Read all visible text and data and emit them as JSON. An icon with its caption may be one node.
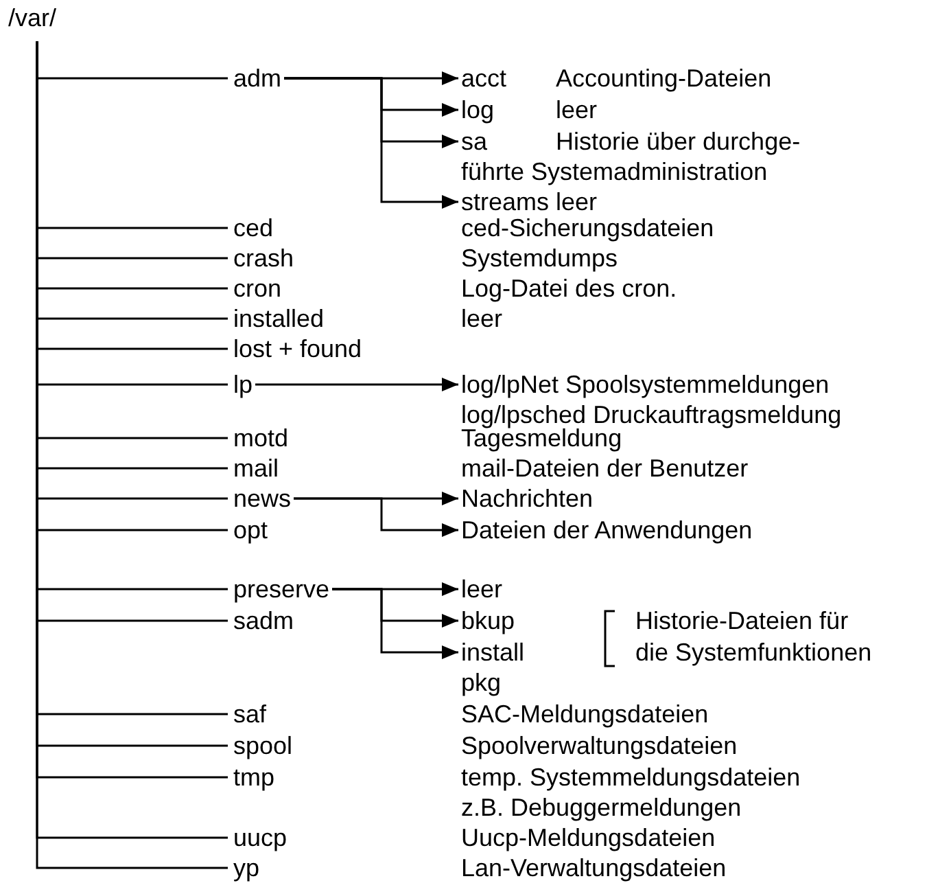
{
  "diagram": {
    "nodes": [
      {
        "text": [
          "/var/"
        ]
      },
      {
        "text": [
          "adm"
        ]
      },
      {
        "text": [
          "ced"
        ],
        "beside": [
          "ced-Sicherungsdateien"
        ]
      },
      {
        "text": [
          "crash"
        ],
        "beside": [
          "Systemdumps"
        ]
      },
      {
        "text": [
          "cron"
        ],
        "beside": [
          "Log-Datei des cron."
        ]
      },
      {
        "text": [
          "installed"
        ],
        "beside": [
          "leer"
        ]
      },
      {
        "text": [
          "lost + found"
        ]
      },
      {
        "text": [
          "lp"
        ]
      },
      {
        "text": [
          "motd"
        ],
        "beside": [
          "Tagesmeldung"
        ]
      },
      {
        "text": [
          "mail"
        ],
        "beside": [
          "mail-Dateien der Benutzer"
        ]
      },
      {
        "text": [
          "news"
        ]
      },
      {
        "text": [
          "opt"
        ]
      },
      {
        "text": [
          "preserve"
        ]
      },
      {
        "text": [
          "sadm"
        ]
      },
      {
        "text": [
          "saf"
        ],
        "beside": [
          "SAC-Meldungsdateien"
        ]
      },
      {
        "text": [
          "spool"
        ],
        "beside": [
          "Spoolverwaltungsdateien"
        ]
      },
      {
        "text": [
          "tmp"
        ],
        "beside": [
          "temp. Systemmeldungsdateien",
          "z.B. Debuggermeldungen"
        ]
      },
      {
        "text": [
          "uucp"
        ],
        "beside": [
          "Uucp-Meldungsdateien"
        ]
      },
      {
        "text": [
          "yp"
        ],
        "beside": [
          "Lan-Verwaltungsdateien"
        ]
      },
      {
        "text": [
          "acct",
          "Accounting-Dateien"
        ]
      },
      {
        "text": [
          "log",
          "leer"
        ]
      },
      {
        "text": [
          "sa",
          "Historie über durchge- führte Systemadministration"
        ]
      },
      {
        "text": [
          "streams",
          "leer"
        ]
      },
      {
        "text": [
          "log/lpNet Spoolsystemmeldungen",
          "log/lpsched Druckauftragsmeldung"
        ]
      },
      {
        "text": [
          "Nachrichten"
        ]
      },
      {
        "text": [
          "Dateien der Anwendungen"
        ]
      },
      {
        "text": [
          "leer"
        ]
      },
      {
        "text": [
          "bkup"
        ]
      },
      {
        "text": [
          "install"
        ]
      }
    ],
    "edges": [
      {
        "from": 0,
        "to": 1,
        "arrow": "none"
      },
      {
        "from": 0,
        "to": 2,
        "arrow": "none"
      },
      {
        "from": 0,
        "to": 3,
        "arrow": "none"
      },
      {
        "from": 0,
        "to": 4,
        "arrow": "none"
      },
      {
        "from": 0,
        "to": 5,
        "arrow": "none"
      },
      {
        "from": 0,
        "to": 6,
        "arrow": "none"
      },
      {
        "from": 0,
        "to": 7,
        "arrow": "none"
      },
      {
        "from": 0,
        "to": 8,
        "arrow": "none"
      },
      {
        "from": 0,
        "to": 9,
        "arrow": "none"
      },
      {
        "from": 0,
        "to": 10,
        "arrow": "none"
      },
      {
        "from": 0,
        "to": 11,
        "arrow": "none"
      },
      {
        "from": 0,
        "to": 12,
        "arrow": "none"
      },
      {
        "from": 0,
        "to": 13,
        "arrow": "none"
      },
      {
        "from": 0,
        "to": 14,
        "arrow": "none"
      },
      {
        "from": 0,
        "to": 15,
        "arrow": "none"
      },
      {
        "from": 0,
        "to": 16,
        "arrow": "none"
      },
      {
        "from": 0,
        "to": 17,
        "arrow": "none"
      },
      {
        "from": 0,
        "to": 18,
        "arrow": "none"
      },
      {
        "from": 1,
        "to": 19,
        "arrow": "to"
      },
      {
        "from": 1,
        "to": 20,
        "arrow": "to"
      },
      {
        "from": 1,
        "to": 21,
        "arrow": "to"
      },
      {
        "from": 1,
        "to": 22,
        "arrow": "to"
      },
      {
        "from": 7,
        "to": 23,
        "arrow": "to"
      },
      {
        "from": 10,
        "to": 24,
        "arrow": "to"
      },
      {
        "from": 10,
        "to": 25,
        "arrow": "to"
      },
      {
        "from": 12,
        "to": 26,
        "arrow": "to"
      },
      {
        "from": 12,
        "to": 27,
        "arrow": "to"
      },
      {
        "from": 12,
        "to": 28,
        "arrow": "to"
      }
    ],
    "labels": [
      "Historie-Dateien für",
      "die Systemfunktionen",
      "pkg"
    ]
  }
}
